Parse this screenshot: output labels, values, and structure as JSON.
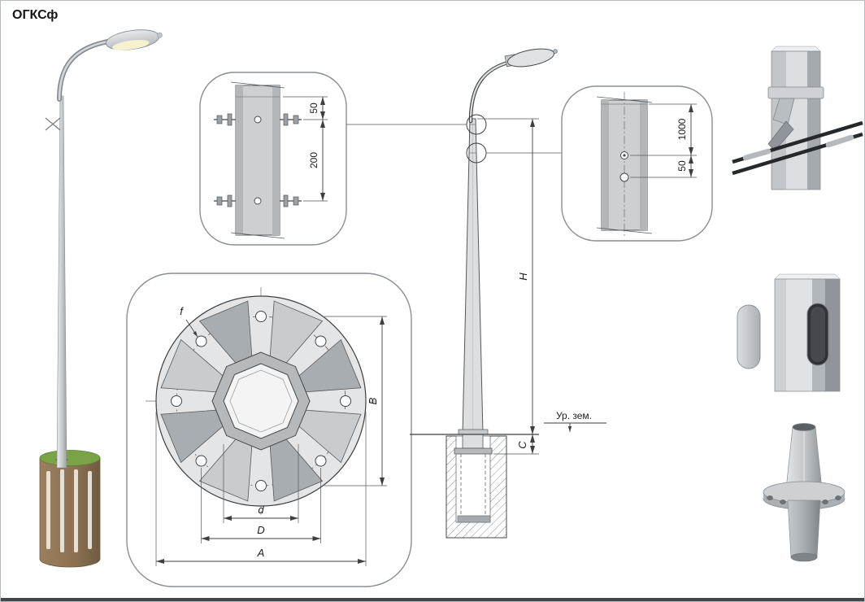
{
  "title": "ОГКСф",
  "detail_clamp": {
    "dim_offset": "50",
    "dim_spacing": "200"
  },
  "detail_entry": {
    "dim_height": "1000",
    "dim_offset": "50"
  },
  "flange": {
    "f": "f",
    "B": "B",
    "d": "d",
    "D": "D",
    "A": "A"
  },
  "elevation": {
    "H": "H",
    "C": "C",
    "ground": "Ур. зем."
  },
  "colors": {
    "line": "#3f3f3f",
    "metal_light": "#dfe1e3",
    "metal_dark": "#9aa0a4",
    "foundation": "#8d7354",
    "grass": "#7aa348",
    "lamp_glow": "#f6f2cf",
    "cable": "#26292c"
  }
}
